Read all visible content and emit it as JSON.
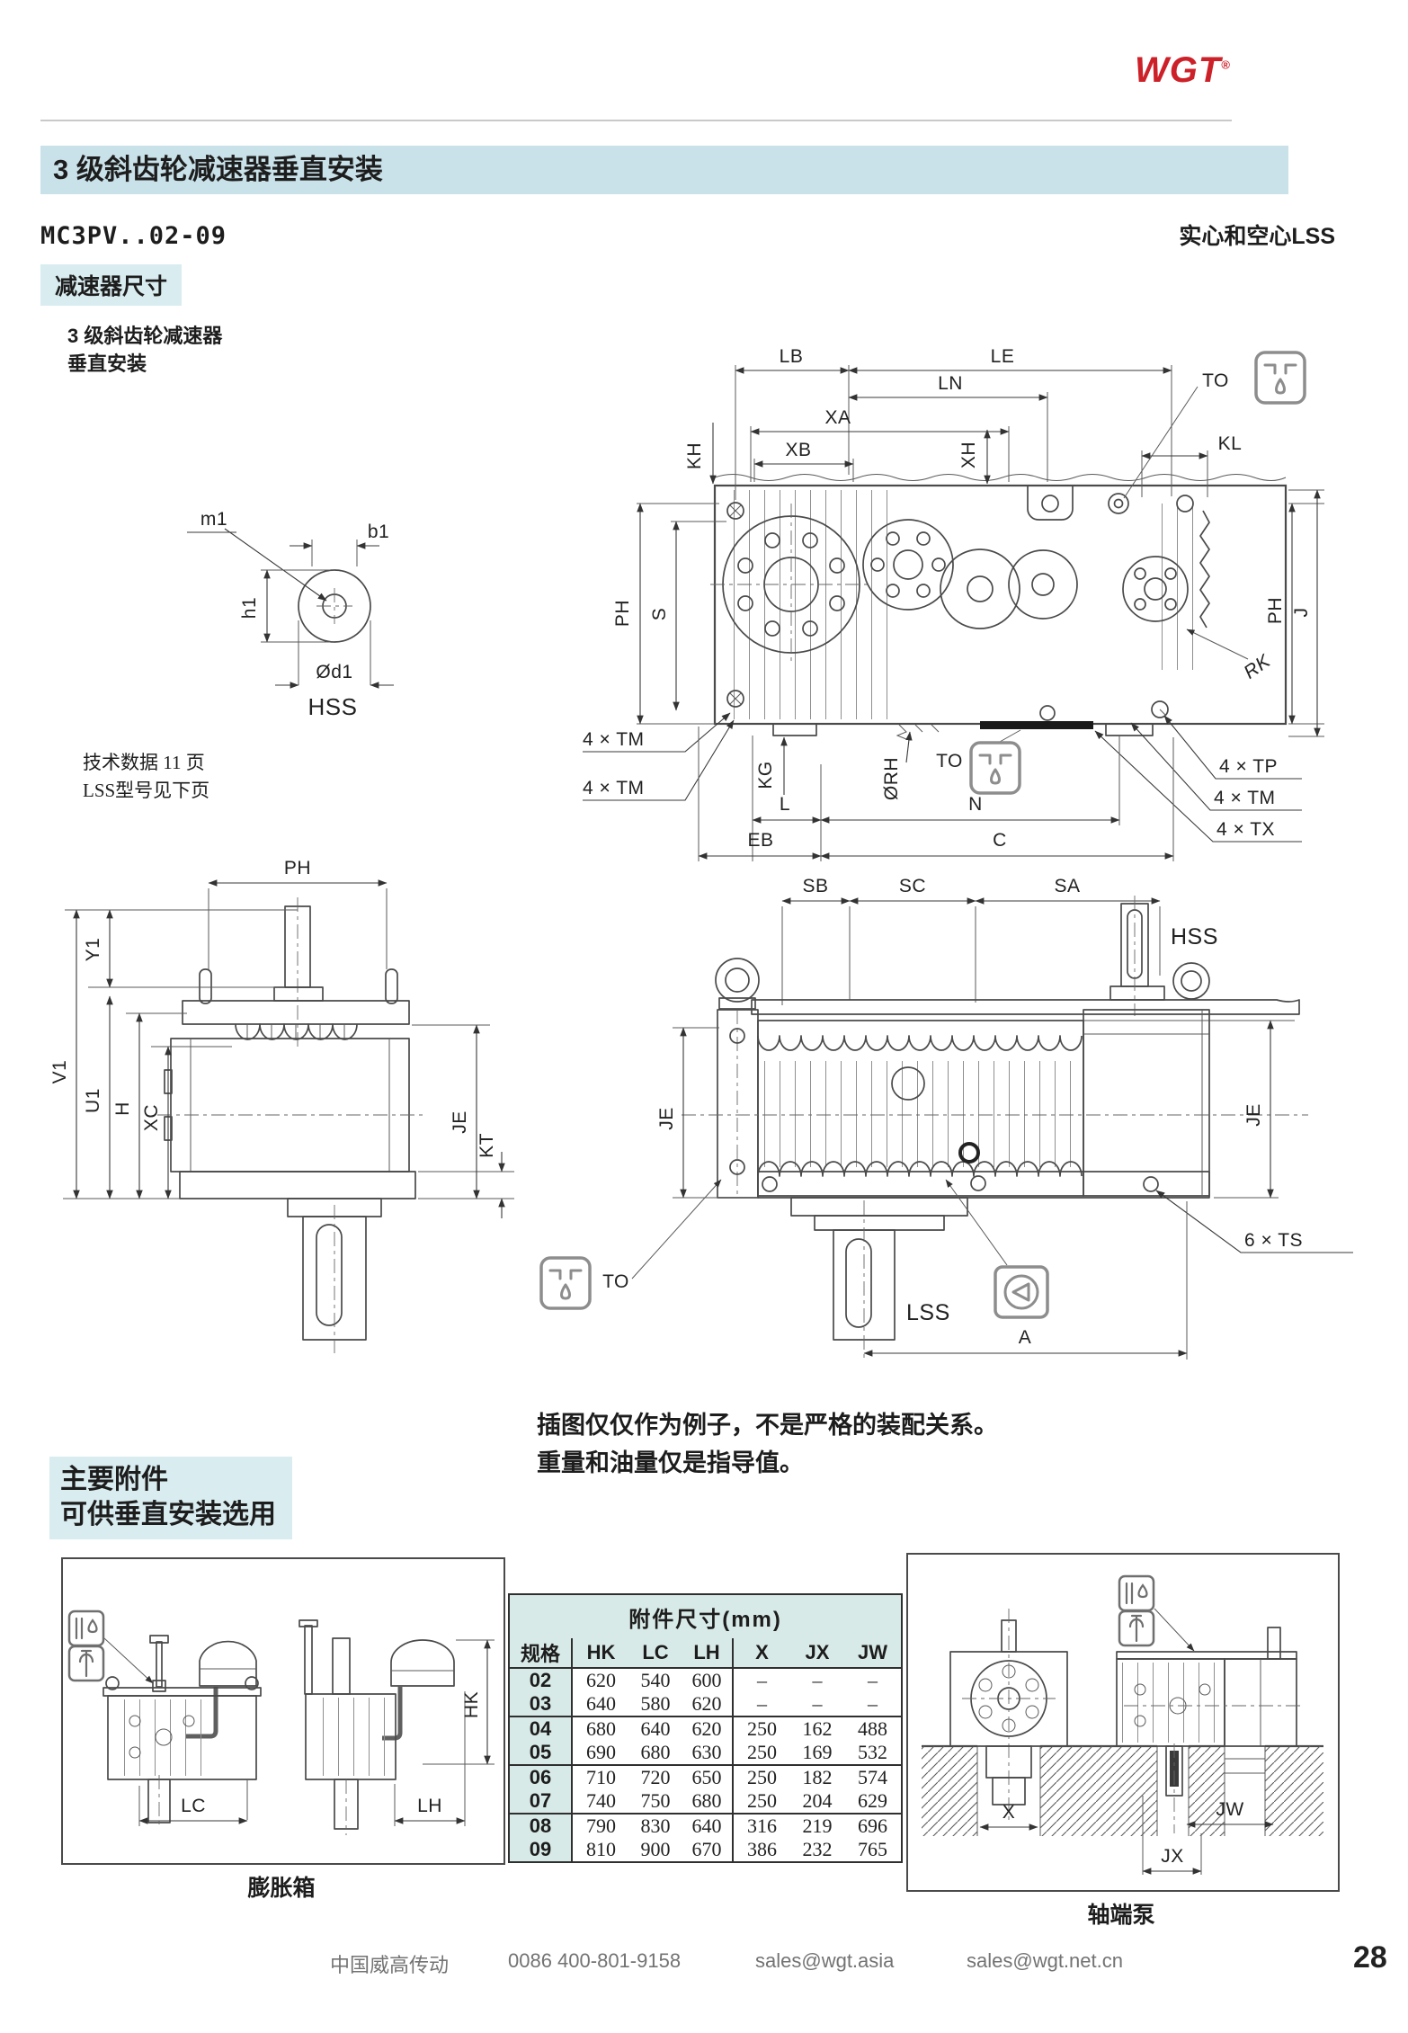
{
  "logo": {
    "text": "WGT",
    "reg": "®"
  },
  "page": {
    "title": "3 级斜齿轮减速器垂直安装",
    "model": "MC3PV..02-09",
    "shaft_variant": "实心和空心LSS",
    "section_dimensions": "减速器尺寸",
    "drawing_caption_l1": "3 级斜齿轮减速器",
    "drawing_caption_l2": "垂直安装",
    "tech_ref_l1": "技术数据 11 页",
    "tech_ref_l2": "LSS型号见下页",
    "note_l1": "插图仅仅作为例子，不是严格的装配关系。",
    "note_l2": "重量和油量仅是指导值。",
    "accessories_l1": "主要附件",
    "accessories_l2": "可供垂直安装选用",
    "caption_expansion_tank": "膨胀箱",
    "caption_shaft_end_pump": "轴端泵"
  },
  "dims": {
    "lb": "LB",
    "le": "LE",
    "ln": "LN",
    "xa": "XA",
    "xb": "XB",
    "xh": "XH",
    "kh": "KH",
    "kl": "KL",
    "to": "TO",
    "ph": "PH",
    "s": "S",
    "j": "J",
    "rk": "RK",
    "tm4": "4 × TM",
    "kg": "KG",
    "orh": "ØRH",
    "tp4": "4 × TP",
    "tx4": "4 × TX",
    "l": "L",
    "n": "N",
    "eb": "EB",
    "c": "C",
    "m1": "m1",
    "b1": "b1",
    "h1": "h1",
    "od1": "Ød1",
    "hss": "HSS",
    "sb": "SB",
    "sc": "SC",
    "sa": "SA",
    "je": "JE",
    "kt": "KT",
    "ts6": "6 × TS",
    "lss": "LSS",
    "a": "A",
    "y1": "Y1",
    "v1": "V1",
    "u1": "U1",
    "h": "H",
    "xc": "XC",
    "lc": "LC",
    "lh": "LH",
    "hk": "HK",
    "x": "X",
    "jx": "JX",
    "jw": "JW"
  },
  "accessories_table": {
    "title": "附件尺寸(mm)",
    "columns": [
      "规格",
      "HK",
      "LC",
      "LH",
      "X",
      "JX",
      "JW"
    ],
    "rows": [
      [
        "02",
        "620",
        "540",
        "600",
        "–",
        "–",
        "–"
      ],
      [
        "03",
        "640",
        "580",
        "620",
        "–",
        "–",
        "–"
      ],
      [
        "04",
        "680",
        "640",
        "620",
        "250",
        "162",
        "488"
      ],
      [
        "05",
        "690",
        "680",
        "630",
        "250",
        "169",
        "532"
      ],
      [
        "06",
        "710",
        "720",
        "650",
        "250",
        "182",
        "574"
      ],
      [
        "07",
        "740",
        "750",
        "680",
        "250",
        "204",
        "629"
      ],
      [
        "08",
        "790",
        "830",
        "640",
        "316",
        "219",
        "696"
      ],
      [
        "09",
        "810",
        "900",
        "670",
        "386",
        "232",
        "765"
      ]
    ],
    "group_separators_after": [
      "03",
      "05",
      "07"
    ]
  },
  "footer": {
    "company": "中国威高传动",
    "phone": "0086 400-801-9158",
    "email_1": "sales@wgt.asia",
    "email_2": "sales@wgt.net.cn",
    "page_number": "28"
  }
}
